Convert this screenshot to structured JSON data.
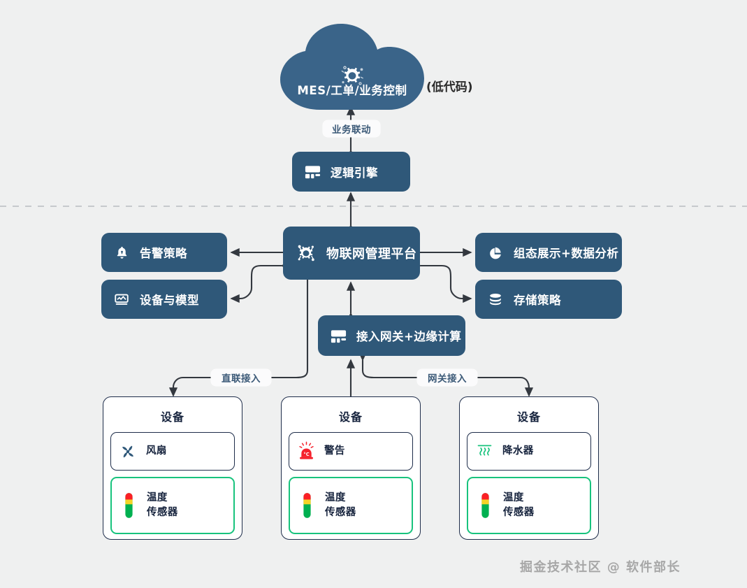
{
  "diagram": {
    "title": "IoT Platform Architecture",
    "colors": {
      "background": "#eff0f0",
      "node_fill": "#2f5879",
      "cloud_fill": "#3a6489",
      "card_border": "#1e2d4a",
      "accent_green": "#18c37d",
      "alarm_red": "#f5222d",
      "wire": "#3a3f47",
      "pill_text": "#3c5a78"
    }
  },
  "cloud": {
    "label": "MES/工单/业务控制",
    "icon": "gear-cloud-icon",
    "side_note": "(低代码)"
  },
  "wire_labels": {
    "business_link": "业务联动",
    "direct_access": "直联接入",
    "gateway_access": "网关接入"
  },
  "nodes": {
    "logic_engine": {
      "label": "逻辑引擎",
      "icon": "server-rack-icon"
    },
    "platform": {
      "label": "物联网管理平台",
      "icon": "gear-network-icon"
    },
    "alarm_policy": {
      "label": "告警策略",
      "icon": "bell-icon"
    },
    "device_model": {
      "label": "设备与模型",
      "icon": "device-model-icon"
    },
    "visualization": {
      "label": "组态展示+数据分析",
      "icon": "pie-chart-icon"
    },
    "storage_policy": {
      "label": "存储策略",
      "icon": "database-icon"
    },
    "gateway": {
      "label": "接入网关+边缘计算",
      "icon": "server-rack-icon"
    }
  },
  "device_cards": [
    {
      "title": "设备",
      "items": [
        {
          "label": "风扇",
          "icon": "fan-icon",
          "highlight": false
        },
        {
          "label": "温度\n传感器",
          "label_line1": "温度",
          "label_line2": "传感器",
          "icon": "thermometer-icon",
          "highlight": true
        }
      ]
    },
    {
      "title": "设备",
      "items": [
        {
          "label": "警告",
          "icon": "alarm-siren-icon",
          "highlight": false
        },
        {
          "label": "温度\n传感器",
          "label_line1": "温度",
          "label_line2": "传感器",
          "icon": "thermometer-icon",
          "highlight": true
        }
      ]
    },
    {
      "title": "设备",
      "items": [
        {
          "label": "降水器",
          "icon": "sprinkler-icon",
          "highlight": false
        },
        {
          "label": "温度\n传感器",
          "label_line1": "温度",
          "label_line2": "传感器",
          "icon": "thermometer-icon",
          "highlight": true
        }
      ]
    }
  ],
  "watermark": "掘金技术社区 @ 软件部长"
}
